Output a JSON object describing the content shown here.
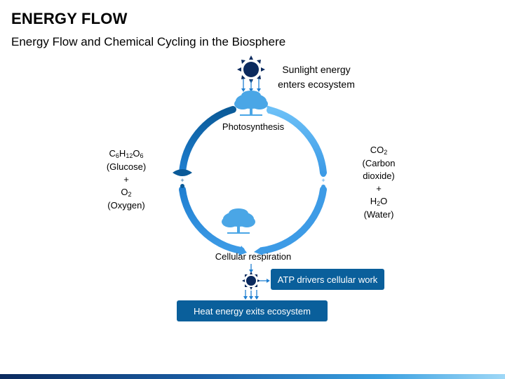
{
  "title": "ENERGY FLOW",
  "subtitle": "Energy Flow and Chemical Cycling in the Biosphere",
  "sunlight": {
    "line1": "Sunlight energy",
    "line2": "enters ecosystem"
  },
  "photosynthesis": "Photosynthesis",
  "cellular_respiration": "Cellular respiration",
  "left": {
    "glucose_formula": {
      "c": "C",
      "c_sub": "6",
      "h": "H",
      "h_sub": "12",
      "o": "O",
      "o_sub": "6"
    },
    "glucose_name": "(Glucose)",
    "plus": "+",
    "oxygen_formula": {
      "o": "O",
      "o_sub": "2"
    },
    "oxygen_name": "(Oxygen)"
  },
  "right": {
    "co2_formula": {
      "co": "CO",
      "co_sub": "2"
    },
    "co2_name_line1": "(Carbon",
    "co2_name_line2": "dioxide)",
    "plus": "+",
    "h2o_formula": {
      "h": "H",
      "h_sub": "2",
      "o": "O"
    },
    "h2o_name": "(Water)"
  },
  "atp": "ATP drivers cellular work",
  "heat": "Heat energy exits ecosystem",
  "colors": {
    "dark_blue": "#0a5f9b",
    "mid_blue": "#1f7fd1",
    "light_blue": "#5fb8f5",
    "tree_blue": "#4aa6e6"
  },
  "icons": [
    "sun-icon",
    "tree-icon",
    "arrow-icon"
  ]
}
